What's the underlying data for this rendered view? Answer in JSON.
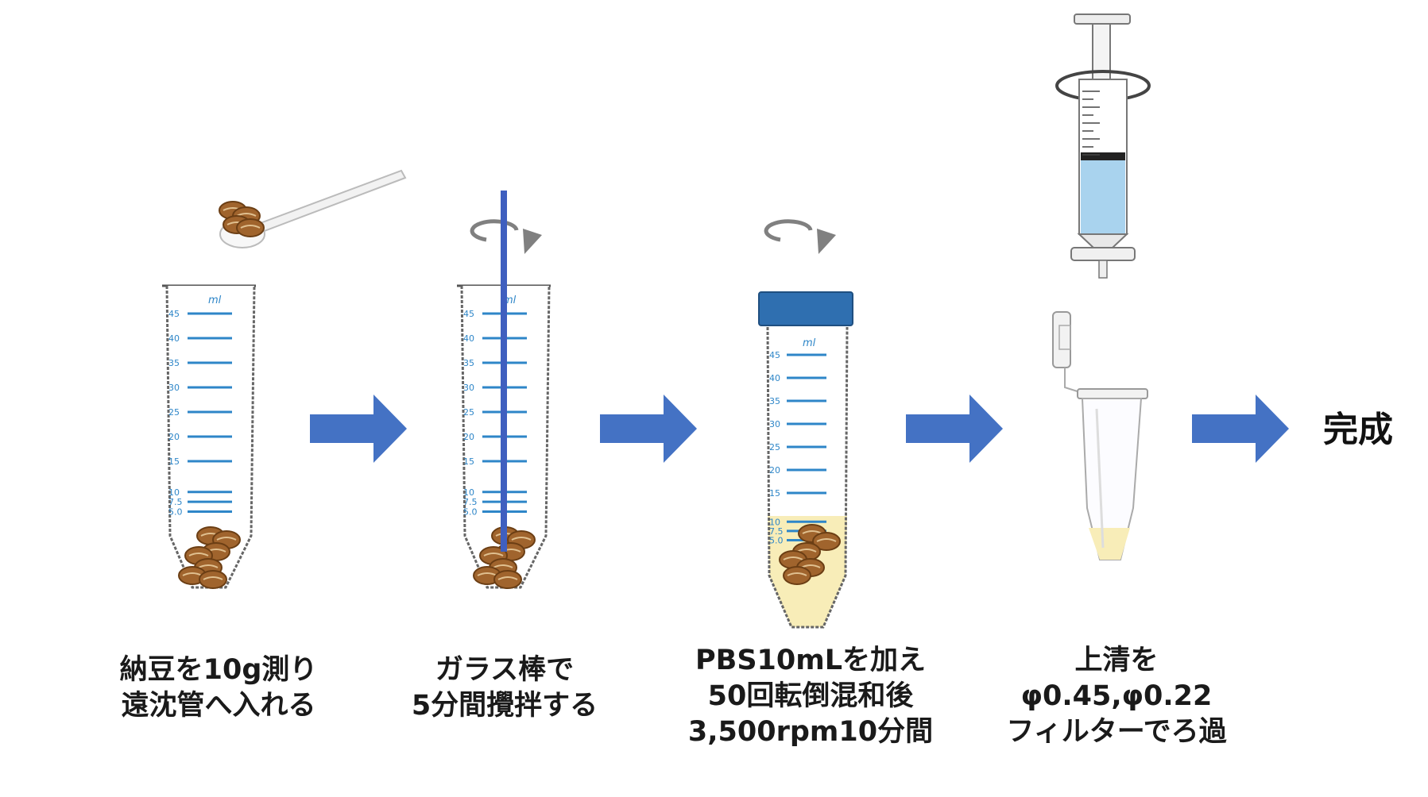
{
  "steps": [
    {
      "lines": [
        "納豆を10g測り",
        "遠沈管へ入れる"
      ]
    },
    {
      "lines": [
        "ガラス棒で",
        "5分間攪拌する"
      ]
    },
    {
      "lines": [
        "PBS10mLを加え",
        "50回転倒混和後",
        "3,500rpm10分間"
      ]
    },
    {
      "lines": [
        "上清を",
        "φ0.45,φ0.22",
        "フィルターでろ過"
      ]
    }
  ],
  "result": "完成",
  "tube": {
    "unit": "ml",
    "marks": [
      "45",
      "40",
      "35",
      "30",
      "25",
      "20",
      "15",
      "10",
      "7.5",
      "5.0"
    ]
  },
  "colors": {
    "arrow": "#4472C4",
    "rod": "#3F5FBF",
    "cap": "#2F6FB0",
    "scale": "#2E86C8",
    "natto": "#A0642D",
    "liquid": "#F8EDB8",
    "syringe_liquid": "#A9D3EE"
  },
  "icons": [
    "spoon-icon",
    "rotate-arrow-icon",
    "syringe-icon",
    "microtube-icon",
    "natto-icon"
  ]
}
